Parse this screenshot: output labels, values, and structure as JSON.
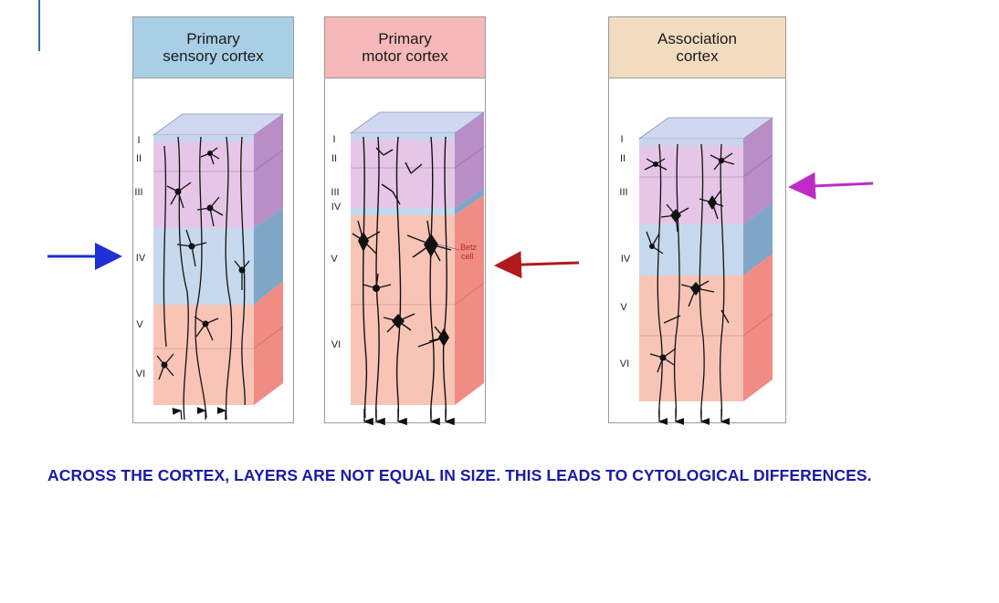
{
  "panels": [
    {
      "title": "Primary\nsensory cortex",
      "header_color": "#a9cfe6",
      "layers": [
        "I",
        "II",
        "III",
        "IV",
        "V",
        "VI"
      ]
    },
    {
      "title": "Primary\nmotor cortex",
      "header_color": "#f6b8b8",
      "layers": [
        "I",
        "II",
        "III",
        "IV",
        "V",
        "VI"
      ],
      "annotation": "Betz\ncell"
    },
    {
      "title": "Association\ncortex",
      "header_color": "#f2dcc0",
      "layers": [
        "I",
        "II",
        "III",
        "IV",
        "V",
        "VI"
      ]
    }
  ],
  "layer_colors": {
    "molecular": "#c9d4ee",
    "pink": "#e6c6e6",
    "blue": "#c5d8ec",
    "salmon": "#f8c4b6"
  },
  "arrows": {
    "sensory": "#1f2fd6",
    "motor": "#b01a1a",
    "association": "#c02bc8"
  },
  "caption": "ACROSS THE CORTEX, LAYERS ARE NOT EQUAL IN SIZE.  THIS LEADS TO CYTOLOGICAL DIFFERENCES."
}
